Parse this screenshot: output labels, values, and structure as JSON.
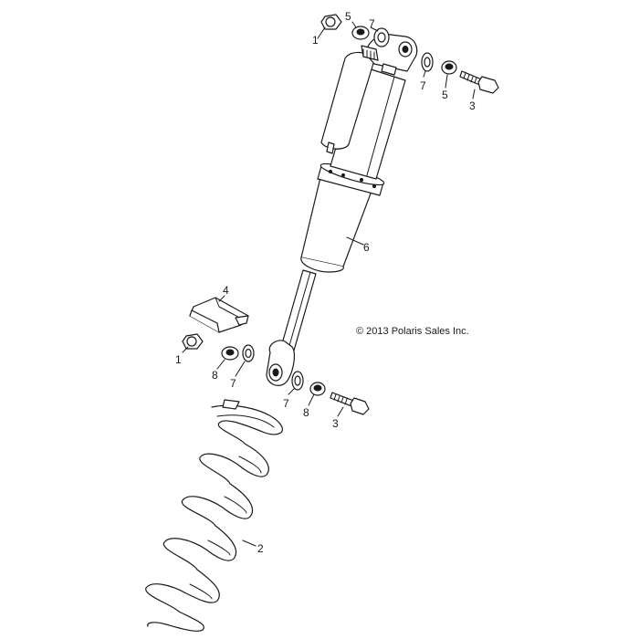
{
  "copyright": "© 2013 Polaris Sales Inc.",
  "callouts": {
    "c1_top": "1",
    "c5_top": "5",
    "c7_top": "7",
    "c7_right": "7",
    "c5_right": "5",
    "c3_top": "3",
    "c6": "6",
    "c4": "4",
    "c1_bottom": "1",
    "c8_left": "8",
    "c7_left": "7",
    "c7_lower": "7",
    "c8_lower": "8",
    "c3_bottom": "3",
    "c2": "2"
  }
}
